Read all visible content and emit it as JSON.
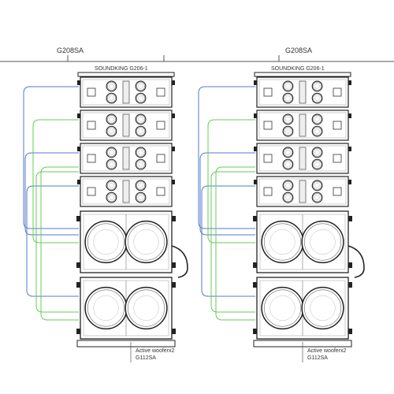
{
  "header": {
    "left_label": "G208SA",
    "right_label": "G208SA"
  },
  "stacks": [
    {
      "title": "SOUNDKING G206-1",
      "footer_lines": [
        "Active wooferx2",
        "G112SA"
      ],
      "array_module_count": 4,
      "sub_module_count": 2
    },
    {
      "title": "SOUNDKING G206-1",
      "footer_lines": [
        "Active wooferx2",
        "G112SA"
      ],
      "array_module_count": 4,
      "sub_module_count": 2
    }
  ],
  "colors": {
    "line": "#444444",
    "cable_blue": "#5577cc",
    "cable_green": "#66cc55",
    "background": "#ffffff"
  }
}
